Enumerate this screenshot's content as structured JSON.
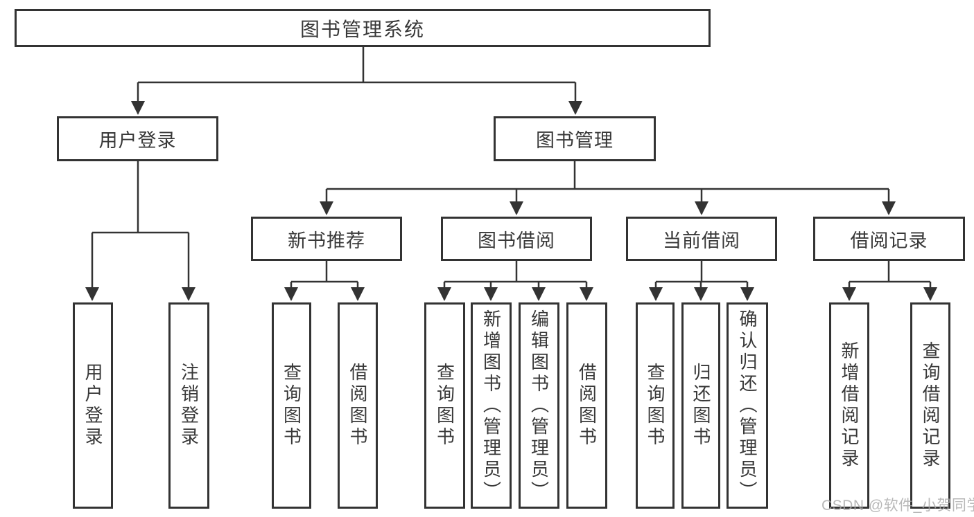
{
  "colors": {
    "line": "#333333",
    "border": "#333333",
    "text": "#383838",
    "background": "#ffffff",
    "watermark": "#a8a8a8"
  },
  "watermark": "CSDN @软件_小贺同学",
  "tree": {
    "root": "图书管理系统",
    "level1": [
      {
        "label": "用户登录",
        "children": [
          "用户登录",
          "注销登录"
        ]
      },
      {
        "label": "图书管理",
        "sections": [
          {
            "label": "新书推荐",
            "children": [
              "查询图书",
              "借阅图书"
            ]
          },
          {
            "label": "图书借阅",
            "children": [
              "查询图书",
              "新增图书（管理员）",
              "编辑图书（管理员）",
              "借阅图书"
            ]
          },
          {
            "label": "当前借阅",
            "children": [
              "查询图书",
              "归还图书",
              "确认归还（管理员）"
            ]
          },
          {
            "label": "借阅记录",
            "children": [
              "新增借阅记录",
              "查询借阅记录"
            ]
          }
        ]
      }
    ]
  }
}
